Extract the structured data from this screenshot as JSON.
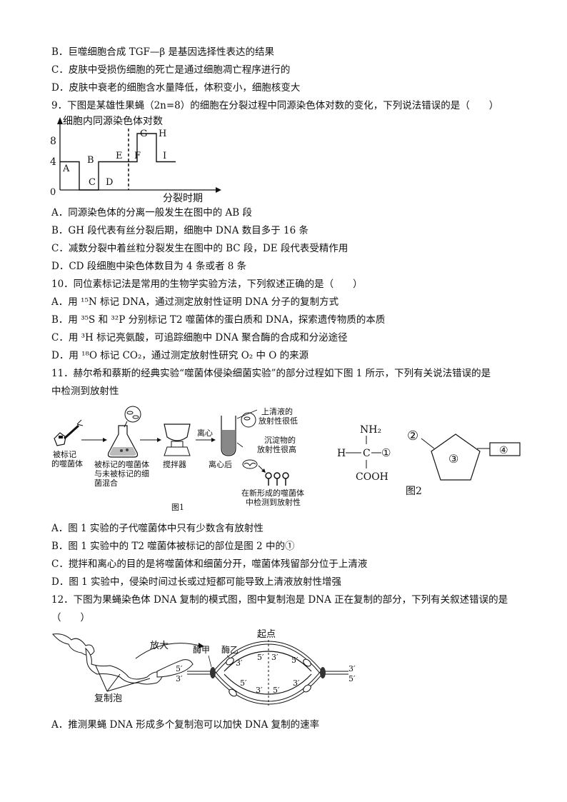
{
  "q8_options": {
    "B": "B．巨噬细胞合成 TGF—β 是基因选择性表达的结果",
    "C": "C．皮肤中受损伤细胞的死亡是通过细胞凋亡程序进行的",
    "D": "D．皮肤中衰老的细胞含水量降低，体积变小，细胞核变大"
  },
  "q9": {
    "stem": "9．下图是某雄性果蝇（2n=8）的细胞在分裂过程中同源染色体对数的变化，下列说法错误的是（　　）",
    "A": "A．同源染色体的分离一般发生在图中的 AB 段",
    "B": "B．GH 段代表有丝分裂后期，细胞中 DNA 数目多于 16 条",
    "C": "C．减数分裂中着丝粒分裂发生在图中的 BC 段，DE 段代表受精作用",
    "D": "D．CD 段细胞中染色体数目为 4 条或者 8 条"
  },
  "chart_data": {
    "type": "line",
    "title": "细胞内同源染色体对数",
    "xlabel": "分裂时期",
    "ylabel": "细胞内同源染色体对数",
    "yticks": [
      "8",
      "4",
      "0"
    ],
    "segments": [
      "A",
      "B",
      "C",
      "D",
      "E",
      "F",
      "G",
      "H",
      "I"
    ],
    "x": [
      0,
      3,
      3,
      6,
      6,
      9,
      9,
      12,
      12,
      15,
      15,
      18
    ],
    "y": [
      4,
      4,
      0,
      0,
      4,
      4,
      4,
      4,
      8,
      8,
      4,
      4
    ],
    "ylim": [
      0,
      10
    ]
  },
  "q10": {
    "stem": "10．同位素标记法是常用的生物学实验方法，下列叙述正确的是（　　）",
    "A": "A．用 ¹⁵N 标记 DNA，通过测定放射性证明 DNA 分子的复制方式",
    "B": "B．用 ³⁵S 和 ³²P 分别标记 T2 噬菌体的蛋白质和 DNA，探索遗传物质的本质",
    "C": "C．用 ³H 标记亮氨酸，可追踪细胞中 DNA 聚合酶的合成和分泌途径",
    "D": "D．用 ¹⁸O 标记 CO₂，通过测定放射性研究 O₂ 中 O 的来源"
  },
  "q11": {
    "stem1": "11．赫尔希和蔡斯的经典实验“噬菌体侵染细菌实验”的部分过程如下图 1 所示，下列有关说法错误的是",
    "stem2": "中检测到放射性",
    "fig1": {
      "label1": "被标记",
      "label1b": "的噬菌体",
      "label2": "被标记的噬菌体",
      "label2b": "与未被标记的细",
      "label2c": "菌混合",
      "label3": "搅拌器",
      "label4": "离心",
      "label5": "上清液的",
      "label5b": "放射性很低",
      "label6": "沉淀物的",
      "label6b": "放射性很高",
      "label7": "离心后",
      "label8": "在新形成的噬菌体",
      "label8b": "中检测到放射性",
      "caption": "图1"
    },
    "fig2": {
      "nh2": "NH₂",
      "h": "H",
      "c": "C",
      "r": "①",
      "cooh": "COOH",
      "p2": "②",
      "p3": "③",
      "p4": "④",
      "caption": "图2"
    },
    "A": "A．图 1 实验的子代噬菌体中只有少数含有放射性",
    "B": "B．图 1 实验中的 T2 噬菌体被标记的部位是图 2 中的①",
    "C": "C．搅拌和离心的目的是将噬菌体和细菌分开，噬菌体残留部分位于上清液",
    "D": "D．图 1 实验中，侵染时间过长或过短都可能导致上清液放射性增强"
  },
  "q12": {
    "stem1": "12．下图为果蝇染色体 DNA 复制的模式图，图中复制泡是 DNA 正在复制的部分，下列有关叙述错误的是",
    "stem2": "（　　）",
    "fig": {
      "enlarge": "放大",
      "bubble": "复制泡",
      "origin": "起点",
      "enzA": "酶甲",
      "enzB": "酶乙",
      "five": "5′",
      "three": "3′"
    },
    "A": "A．推测果蝇 DNA 形成多个复制泡可以加快 DNA 复制的速率"
  },
  "colors": {
    "text": "#111111",
    "background": "#ffffff",
    "tube_liquid": "#888888"
  }
}
